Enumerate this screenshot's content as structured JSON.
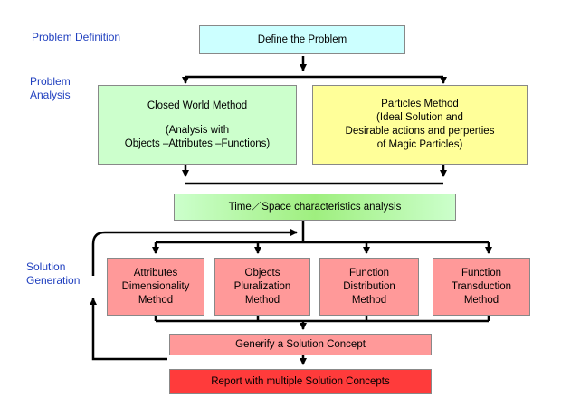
{
  "labels": {
    "problem_definition": "Problem  Definition",
    "problem_analysis": "Problem\nAnalysis",
    "solution_generation": "Solution\nGeneration"
  },
  "boxes": {
    "define_problem": "Define  the  Problem",
    "closed_world_title": "Closed  World  Method",
    "closed_world_detail": "(Analysis  with\nObjects –Attributes –Functions)",
    "particles": "Particles  Method\n(Ideal  Solution  and\nDesirable  actions  and  perperties\nof  Magic  Particles)",
    "time_space": "Time／Space  characteristics  analysis",
    "attributes": "Attributes\nDimensionality\nMethod",
    "objects": "Objects\nPluralization\nMethod",
    "function_distribution": "Function\nDistribution\nMethod",
    "function_transduction": "Function\nTransduction\nMethod",
    "generify": "Generify  a  Solution  Concept",
    "report": "Report  with  multiple  Solution  Concepts"
  },
  "colors": {
    "label_blue": "#1f3fbf",
    "define_fill": "#ccffff",
    "closed_world_fill": "#ccffcc",
    "particles_fill": "#ffff99",
    "time_space_fill": "#b8f5a0",
    "method_fill": "#ff9999",
    "generify_fill": "#ff9999",
    "report_fill": "#ff3b3b"
  }
}
